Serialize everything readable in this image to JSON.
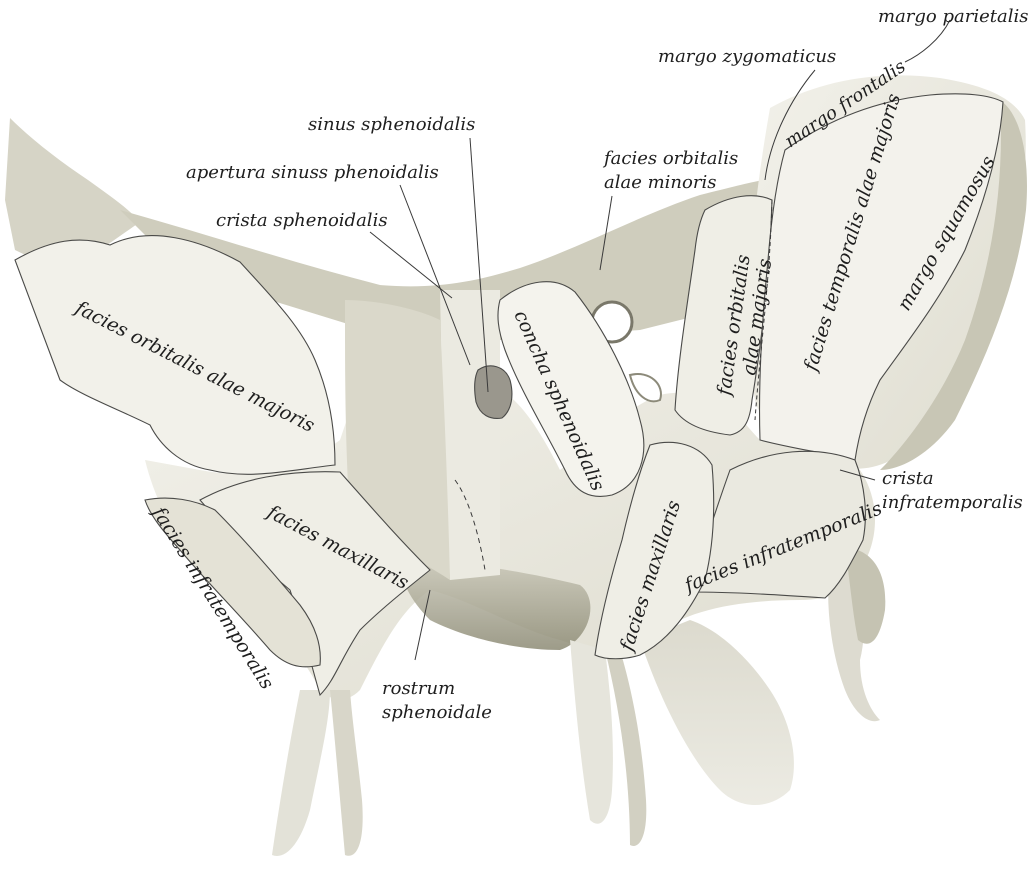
{
  "colors": {
    "background": "#ffffff",
    "bone_light": "#ecebe2",
    "bone_mid": "#d9d8cc",
    "bone_shadow": "#b7b5a3",
    "bone_dark": "#8c8a74",
    "sinus_shade": "#8f8c83",
    "label_text": "#1e1e1e",
    "outline": "#4a4a48"
  },
  "labels": {
    "margo_parietalis": "margo parietalis",
    "margo_zygomaticus": "margo zygomaticus",
    "margo_frontalis": "margo frontalis",
    "sinus_sphenoidalis": "sinus sphenoidalis",
    "apertura_sinus": "apertura sinuss phenoidalis",
    "crista_sphenoidalis": "crista sphenoidalis",
    "facies_orbitalis_alae_minoris_1": "facies orbitalis",
    "facies_orbitalis_alae_minoris_2": "alae minoris",
    "facies_temporalis": "facies temporalis alae majoris",
    "margo_squamosus": "margo squamosus",
    "facies_orbitalis_alae_majoris_right_1": "facies orbitalis",
    "facies_orbitalis_alae_majoris_right_2": "alae majoris",
    "facies_orbitalis_alae_majoris_left": "facies orbitalis alae majoris",
    "concha_sphenoidalis": "concha sphenoidalis",
    "crista_infratemporalis_1": "crista",
    "crista_infratemporalis_2": "infratemporalis",
    "facies_maxillaris_left": "facies maxillaris",
    "facies_infratemporalis_left": "facies infratemporalis",
    "facies_maxillaris_right": "facies maxillaris",
    "facies_infratemporalis_right": "facies infratemporalis",
    "rostrum_1": "rostrum",
    "rostrum_2": "sphenoidale"
  }
}
